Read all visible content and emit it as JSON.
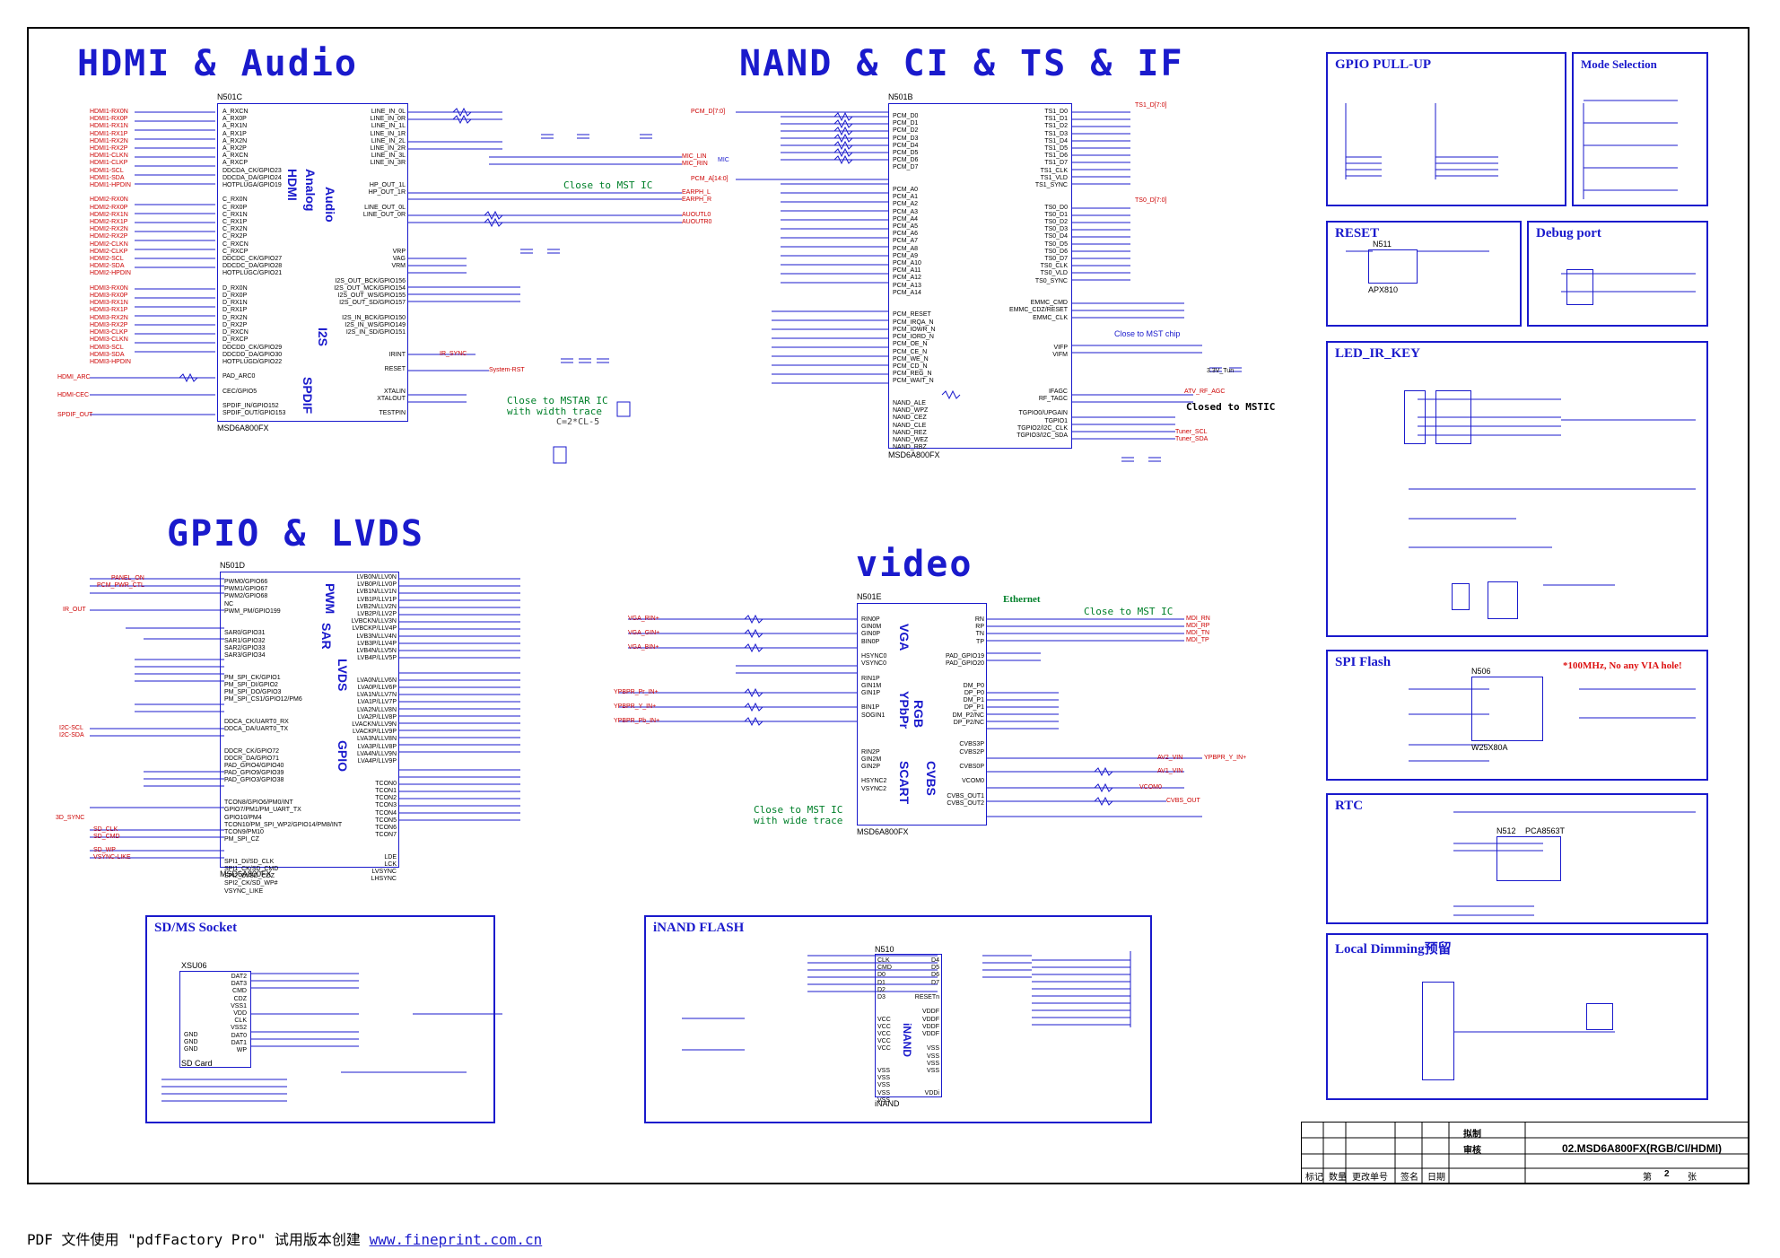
{
  "sections": {
    "hdmi_audio": "HDMI & Audio",
    "nand_ci": "NAND & CI & TS & IF",
    "gpio_lvds": "GPIO & LVDS",
    "video": "video"
  },
  "boxes": {
    "gpio_pullup": "GPIO PULL-UP",
    "mode_selection": "Mode Selection",
    "reset": "RESET",
    "debug_port": "Debug port",
    "led_ir_key": "LED_IR_KEY",
    "spi_flash": "SPI Flash",
    "spi_note": "*100MHz, No any VIA hole!",
    "rtc": "RTC",
    "local_dimming": "Local Dimming预留",
    "sd_ms": "SD/MS Socket",
    "inand": "iNAND FLASH"
  },
  "chips": {
    "n501c": {
      "ref": "N501C",
      "part": "MSD6A800FX"
    },
    "n501b": {
      "ref": "N501B",
      "part": "MSD6A800FX"
    },
    "n501d": {
      "ref": "N501D",
      "part": "MSD6A800FX"
    },
    "n501e": {
      "ref": "N501E",
      "part": "MSD6A800FX"
    },
    "n511": {
      "ref": "N511",
      "part": "APX810"
    },
    "n506": {
      "ref": "N506",
      "part": "W25X80A"
    },
    "n512": {
      "ref": "N512",
      "part": "PCA8563T"
    },
    "n510": {
      "ref": "N510",
      "part": "iNAND"
    },
    "xs106": {
      "ref": "XSU06",
      "part": "SD Card"
    }
  },
  "block_labels": {
    "hdmi": "HDMI",
    "analog": "Analog",
    "audio": "Audio",
    "i2s": "I2S",
    "spdif": "SPDIF",
    "pwm": "PWM",
    "sar": "SAR",
    "lvds": "LVDS",
    "gpio": "GPIO",
    "vga": "VGA",
    "rgb": "RGB",
    "ypbpr": "YPbPr",
    "scart": "SCART",
    "cvbs": "CVBS",
    "ethernet": "Ethernet",
    "inand": "iNAND"
  },
  "notes": {
    "close_mst_1": "Close to MST IC",
    "close_mstar": "Close to MSTAR IC",
    "width_trace": "with width trace",
    "c_eq": "C=2*CL-5",
    "close_mst_chip": "Close to MST chip",
    "closed_mstic": "Closed to MSTIC",
    "close_mst_eth": "Close to MST IC",
    "close_mst_video": "Close to MST IC",
    "wide_trace": "with wide trace"
  },
  "pins": {
    "hdmi_left": "HDMI1-RX0N\nHDMI1-RX0P\nHDMI1-RX1N\nHDMI1-RX1P\nHDMI1-RX2N\nHDMI1-RX2P\nHDMI1-CLKN\nHDMI1-CLKP\nHDMI1-SCL\nHDMI1-SDA\nHDMI1-HPDIN\n\nHDMI2-RX0N\nHDMI2-RX0P\nHDMI2-RX1N\nHDMI2-RX1P\nHDMI2-RX2N\nHDMI2-RX2P\nHDMI2-CLKN\nHDMI2-CLKP\nHDMI2-SCL\nHDMI2-SDA\nHDMI2-HPDIN\n\nHDMI3-RX0N\nHDMI3-RX0P\nHDMI3-RX1N\nHDMI3-RX1P\nHDMI3-RX2N\nHDMI3-RX2P\nHDMI3-CLKP\nHDMI3-CLKN\nHDMI3-SCL\nHDMI3-SDA\nHDMI3-HPDIN",
    "n501c_in": "A_RXCN\nA_RX0P\nA_RX1N\nA_RX1P\nA_RX2N\nA_RX2P\nA_RXCN\nA_RXCP\nDDCDA_CK/GPIO23\nDDCDA_DA/GPIO24\nHOTPLUGA/GPIO19\n\nC_RX0N\nC_RX0P\nC_RX1N\nC_RX1P\nC_RX2N\nC_RX2P\nC_RXCN\nC_RXCP\nDDCDC_CK/GPIO27\nDDCDC_DA/GPIO28\nHOTPLUGC/GPIO21\n\nD_RX0N\nD_RX0P\nD_RX1N\nD_RX1P\nD_RX2N\nD_RX2P\nD_RXCN\nD_RXCP\nDDCDD_CK/GPIO29\nDDCDD_DA/GPIO30\nHOTPLUGD/GPIO22\n\nPAD_ARC0\n\nCEC/GPIO5\n\nSPDIF_IN/GPIO152\nSPDIF_OUT/GPIO153",
    "n501c_out": "LINE_IN_0L\nLINE_IN_0R\nLINE_IN_1L\nLINE_IN_1R\nLINE_IN_2L\nLINE_IN_2R\nLINE_IN_3L\nLINE_IN_3R\n\n\nHP_OUT_1L\nHP_OUT_1R\n\nLINE_OUT_0L\nLINE_OUT_0R\n\n\n\n\nVRP\nVAG\nVRM\n\nI2S_OUT_BCK/GPIO156\nI2S_OUT_MCK/GPIO154\nI2S_OUT_WS/GPIO155\nI2S_OUT_SD/GPIO157\n\nI2S_IN_BCK/GPIO150\nI2S_IN_WS/GPIO149\nI2S_IN_SD/GPIO151\n\n\nIRINT\n\nRESET\n\n\nXTALIN\nXTALOUT\n\nTESTPIN",
    "n501b_in": "PCM_D0\nPCM_D1\nPCM_D2\nPCM_D3\nPCM_D4\nPCM_D5\nPCM_D6\nPCM_D7\n\n\nPCM_A0\nPCM_A1\nPCM_A2\nPCM_A3\nPCM_A4\nPCM_A5\nPCM_A6\nPCM_A7\nPCM_A8\nPCM_A9\nPCM_A10\nPCM_A11\nPCM_A12\nPCM_A13\nPCM_A14\n\n\nPCM_RESET\nPCM_IRQA_N\nPCM_IOWR_N\nPCM_IORD_N\nPCM_OE_N\nPCM_CE_N\nPCM_WE_N\nPCM_CD_N\nPCM_REG_N\nPCM_WAIT_N\n\n\nNAND_ALE\nNAND_WPZ\nNAND_CEZ\nNAND_CLE\nNAND_REZ\nNAND_WEZ\nNAND_RBZ",
    "n501b_out": "TS1_D0\nTS1_D1\nTS1_D2\nTS1_D3\nTS1_D4\nTS1_D5\nTS1_D6\nTS1_D7\nTS1_CLK\nTS1_VLD\nTS1_SYNC\n\n\nTS0_D0\nTS0_D1\nTS0_D2\nTS0_D3\nTS0_D4\nTS0_D5\nTS0_D6\nTS0_D7\nTS0_CLK\nTS0_VLD\nTS0_SYNC\n\n\nEMMC_CMD\nEMMC_CDZ/RESET\nEMMC_CLK\n\n\n\nVIFP\nVIFM\n\n\n\n\nIFAGC\nRF_TAGC\n\nTGPIO0/UPGAIN\nTGPIO1\nTGPIO2/I2C_CLK\nTGPIO3/I2C_SDA",
    "n501d_in": "PWM0/GPIO66\nPWM1/GPIO67\nPWM2/GPIO68\nNC\nPWM_PM/GPIO199\n\n\nSAR0/GPIO31\nSAR1/GPIO32\nSAR2/GPIO33\nSAR3/GPIO34\n\n\nPM_SPI_CK/GPIO1\nPM_SPI_DI/GPIO2\nPM_SPI_DO/GPIO3\nPM_SPI_CS1/GPIO12/PM6\n\n\nDDCA_CK/UART0_RX\nDDCA_DA/UART0_TX\n\n\nDDCR_CK/GPIO72\nDDCR_DA/GPIO71\nPAD_GPIO4/GPIO40\nPAD_GPIO9/GPIO39\nPAD_GPIO3/GPIO38\n\n\nTCON8/GPIO6/PM0/INT\nGPIO7/PM1/PM_UART_TX\nGPIO10/PM4\nTCON10/PM_SPI_WP2/GPIO14/PM8/INT\nTCON9/PM10\nPM_SPI_CZ\n\n\nSPI1_DI/SD_CLK\nSPI1_CK/SD_CMD\nSPI2_DI/SD_CDZ\nSPI2_CK/SD_WP#\nVSYNC_LIKE",
    "n501d_out": "LVB0N/LLV0N\nLVB0P/LLV0P\nLVB1N/LLV1N\nLVB1P/LLV1P\nLVB2N/LLV2N\nLVB2P/LLV2P\nLVBCKN/LLV3N\nLVBCKP/LLV4P\nLVB3N/LLV4N\nLVB3P/LLV4P\nLVB4N/LLV5N\nLVB4P/LLV5P\n\n\nLVA0N/LLV6N\nLVA0P/LLV6P\nLVA1N/LLV7N\nLVA1P/LLV7P\nLVA2N/LLV8N\nLVA2P/LLV8P\nLVACKN/LLV9N\nLVACKP/LLV9P\nLVA3N/LLV8N\nLVA3P/LLV8P\nLVA4N/LLV9N\nLVA4P/LLV9P\n\n\nTCON0\nTCON1\nTCON2\nTCON3\nTCON4\nTCON5\nTCON6\nTCON7\n\n\nLDE\nLCK\nLVSYNC\nLHSYNC",
    "n501e_in": "RIN0P\nGIN0M\nGIN0P\nBIN0P\n\nHSYNC0\nVSYNC0\n\nRIN1P\nGIN1M\nGIN1P\n\nBIN1P\nSOGIN1\n\n\n\n\nRIN2P\nGIN2M\nGIN2P\n\nHSYNC2\nVSYNC2",
    "n501e_out": "RN\nRP\nTN\nTP\n\nPAD_GPIO19\nPAD_GPIO20\n\n\nDM_P0\nDP_P0\nDM_P1\nDP_P1\nDM_P2/NC\nDP_P2/NC\n\n\nCVBS3P\nCVBS2P\n\nCVBS0P\n\nVCOM0\n\nCVBS_OUT1\nCVBS_OUT2",
    "sd_pins": "DAT2\nDAT3\nCMD\nCDZ\nVSS1\nVDD\nCLK\nVSS2\nDAT0\nDAT1\nWP",
    "sd_ref_left": "GND\nGND\nGND",
    "inand_in": "CLK\nCMD\nD0\nD1\nD2\nD3\n\n\nVCC\nVCC\nVCC\nVCC\nVCC\n\n\nVSS\nVSS\nVSS\nVSS\nVSS",
    "inand_out": "D4\nD5\nD6\nD7\n\nRESETn\n\nVDDF\nVDDF\nVDDF\nVDDF\n\nVSS\nVSS\nVSS\nVSS\n\n\nVDDi"
  },
  "signals": {
    "pcm_d": "PCM_D[7:0]",
    "pcm_a": "PCM_A[14:0]",
    "ts1_d": "TS1_D[7:0]",
    "ts0_d": "TS0_D[7:0]",
    "hdmi_arc": "HDMI_ARC",
    "hdmi_cec": "HDMI-CEC",
    "spdif_out": "SPDIF_OUT",
    "earph_l": "EARPH_L",
    "earph_r": "EARPH_R",
    "auout_l": "AUOUTL0",
    "auout_r": "AUOUTR0",
    "mic_lin": "MIC_LIN",
    "mic_rin": "MIC_RIN",
    "mic": "MIC",
    "system_rst": "System-RST",
    "ir_sync": "IR_SYNC",
    "atv_rf_agc": "ATV_RF_AGC",
    "tuner_scl": "Tuner_SCL",
    "tuner_sda": "Tuner_SDA",
    "v33_tun": "3.3V_Tun",
    "panel_on": "PANEL_ON",
    "pcm_pwr_ctl": "PCM_PWR_CTL",
    "ir_out": "IR_OUT",
    "i2c_scl": "I2C-SCL",
    "i2c_sda": "I2C-SDA",
    "sd_sync": "3D_SYNC",
    "sd_clk": "SD_CLK",
    "sd_cmd": "SD_CMD",
    "sd_wp": "SD_WP",
    "vsync_like": "VSYNC-LIKE",
    "vga_rin": "VGA_RIN+",
    "vga_gin": "VGA_GIN+",
    "vga_bin": "VGA_BIN+",
    "ypbpr_pr": "YPBPR_Pr_IN+",
    "ypbpr_y": "YPBPR_Y_IN+",
    "ypbpr_pb": "YPBPR_Pb_IN+",
    "mdi_rn": "MDI_RN",
    "mdi_rp": "MDI_RP",
    "mdi_tn": "MDI_TN",
    "mdi_tp": "MDI_TP",
    "av2_vin": "AV2_VIN",
    "av1_vin": "AV1_VIN",
    "vcom0": "VCOM0",
    "cvbs_out": "CVBS_OUT",
    "ypbpr_y_out": "YPBPR_Y_IN+"
  },
  "title_block": {
    "drawn": "拟制",
    "checked": "审核",
    "title": "02.MSD6A800FX(RGB/CI/HDMI)",
    "row_labels": [
      "标记",
      "数量",
      "更改单号",
      "签名",
      "日期"
    ],
    "sheet_label": "第",
    "sheet_no": "2",
    "sheet_unit": "张"
  },
  "footer": {
    "prefix": "PDF 文件使用 \"pdfFactory Pro\" 试用版本创建 ",
    "link": "www.fineprint.com.cn"
  },
  "colors": {
    "wire": "#1a1acc",
    "signal": "#cc0000",
    "note": "#00802a"
  }
}
